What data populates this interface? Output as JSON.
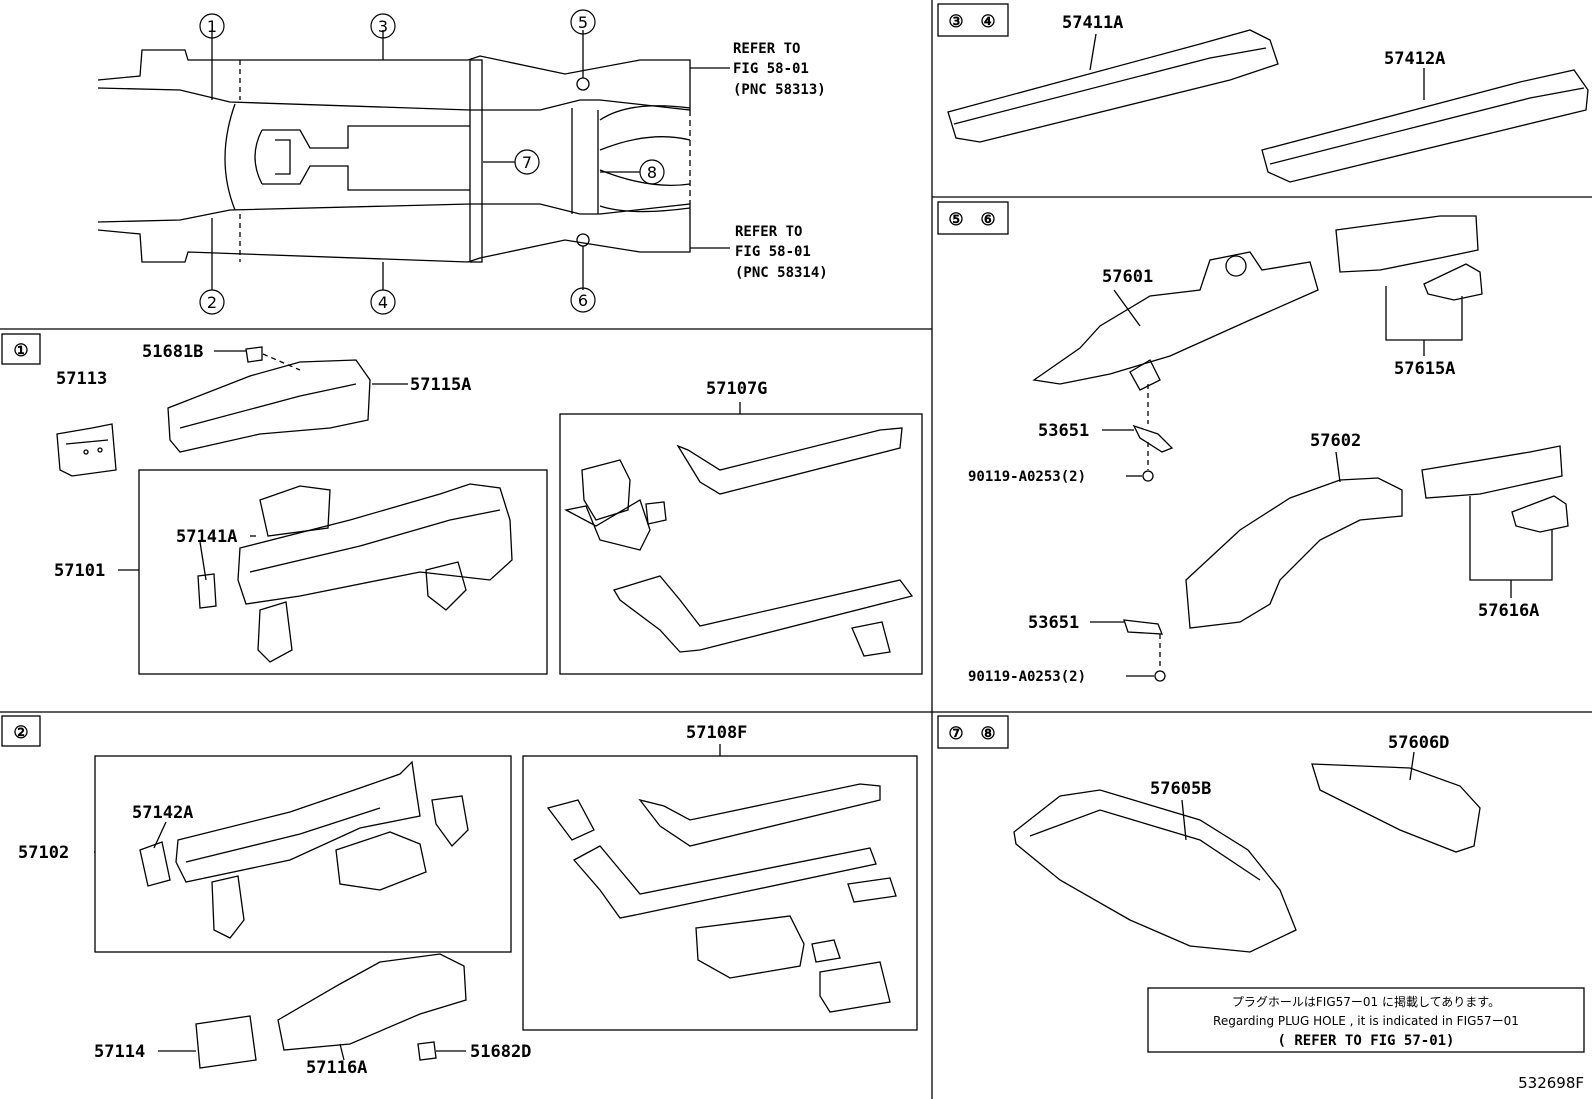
{
  "overview": {
    "markers": [
      "①",
      "②",
      "③",
      "④",
      "⑤",
      "⑥",
      "⑦",
      "⑧"
    ],
    "marker_numbers": [
      "1",
      "2",
      "3",
      "4",
      "5",
      "6",
      "7",
      "8"
    ],
    "refer_top": [
      "REFER TO",
      "FIG 58-01",
      "(PNC 58313)"
    ],
    "refer_bottom": [
      "REFER TO",
      "FIG 58-01",
      "(PNC 58314)"
    ]
  },
  "sections": {
    "s1": {
      "tag": "①",
      "parts": [
        "51681B",
        "57115A",
        "57113",
        "57107G",
        "57141A",
        "57101"
      ]
    },
    "s2": {
      "tag": "②",
      "parts": [
        "57108F",
        "57142A",
        "57102",
        "57114",
        "57116A",
        "51682D"
      ]
    },
    "s34": {
      "tags": [
        "③",
        "④"
      ],
      "parts": [
        "57411A",
        "57412A"
      ]
    },
    "s56": {
      "tags": [
        "⑤",
        "⑥"
      ],
      "parts": [
        "57601",
        "57615A",
        "53651",
        "90119-A0253(2)",
        "57602",
        "57616A",
        "53651",
        "90119-A0253(2)"
      ]
    },
    "s78": {
      "tags": [
        "⑦",
        "⑧"
      ],
      "parts": [
        "57605B",
        "57606D"
      ]
    }
  },
  "note": {
    "line1": "プラグホールはFIG57ー01 に掲載してあります。",
    "line2": "Regarding PLUG HOLE , it is indicated in FIG57ー01",
    "line3": "( REFER TO FIG 57-01)"
  },
  "figure_id": "532698F"
}
